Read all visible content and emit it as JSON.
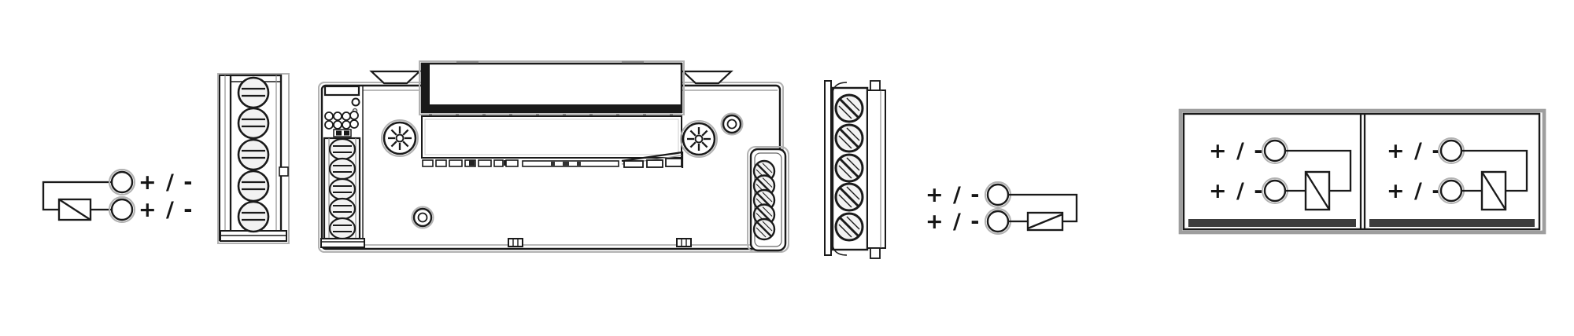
{
  "colors": {
    "ink": "#1a1a1a",
    "halo_gray": "#b2b2b2",
    "panel_bottom_bar": "#3c3c3c",
    "background": "#ffffff"
  },
  "left_loop": {
    "rows": [
      "+ / -",
      "+ / -"
    ]
  },
  "right_loop": {
    "rows": [
      "+ / -",
      "+ / -"
    ]
  },
  "options": {
    "panels": [
      {
        "rows": [
          "+ / -",
          "+ / -"
        ]
      },
      {
        "rows": [
          "+ / -",
          "+ / -"
        ]
      }
    ]
  },
  "terminals": {
    "left_block_screw_count": 5,
    "right_block_screw_count": 5,
    "device_left_strip_screw_count": 5,
    "device_right_strip_screw_count": 5,
    "device_led_count": 8
  }
}
